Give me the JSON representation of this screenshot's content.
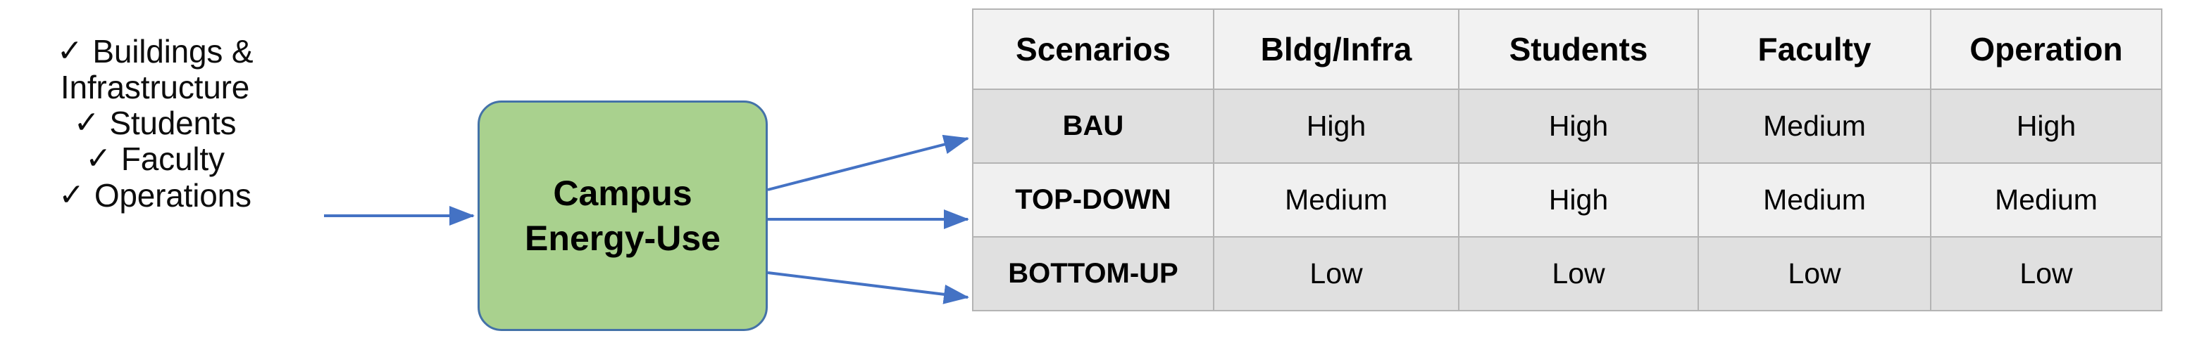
{
  "inputs": {
    "bullet_glyph": "✓",
    "items": [
      {
        "lines": [
          "Buildings &",
          "Infrastructure"
        ]
      },
      {
        "lines": [
          "Students"
        ]
      },
      {
        "lines": [
          "Faculty"
        ]
      },
      {
        "lines": [
          "Operations"
        ]
      }
    ]
  },
  "process": {
    "line1": "Campus",
    "line2": "Energy-Use",
    "fill_color": "#A9D18E",
    "border_color": "#4472A8"
  },
  "connectors": {
    "color": "#4472C4",
    "input_arrow_label": "inputs-to-process",
    "output_arrow_labels": [
      "process-to-bau",
      "process-to-top-down",
      "process-to-bottom-up"
    ]
  },
  "table": {
    "headers": [
      "Scenarios",
      "Bldg/Infra",
      "Students",
      "Faculty",
      "Operation"
    ],
    "rows": [
      {
        "scenario": "BAU",
        "values": [
          "High",
          "High",
          "Medium",
          "High"
        ]
      },
      {
        "scenario": "TOP-DOWN",
        "values": [
          "Medium",
          "High",
          "Medium",
          "Medium"
        ]
      },
      {
        "scenario": "BOTTOM-UP",
        "values": [
          "Low",
          "Low",
          "Low",
          "Low"
        ]
      }
    ],
    "header_bg": "#f2f2f2",
    "row_odd_bg": "#e0e0e0",
    "row_even_bg": "#f0f0f0",
    "border_color": "#b4b4b4"
  }
}
